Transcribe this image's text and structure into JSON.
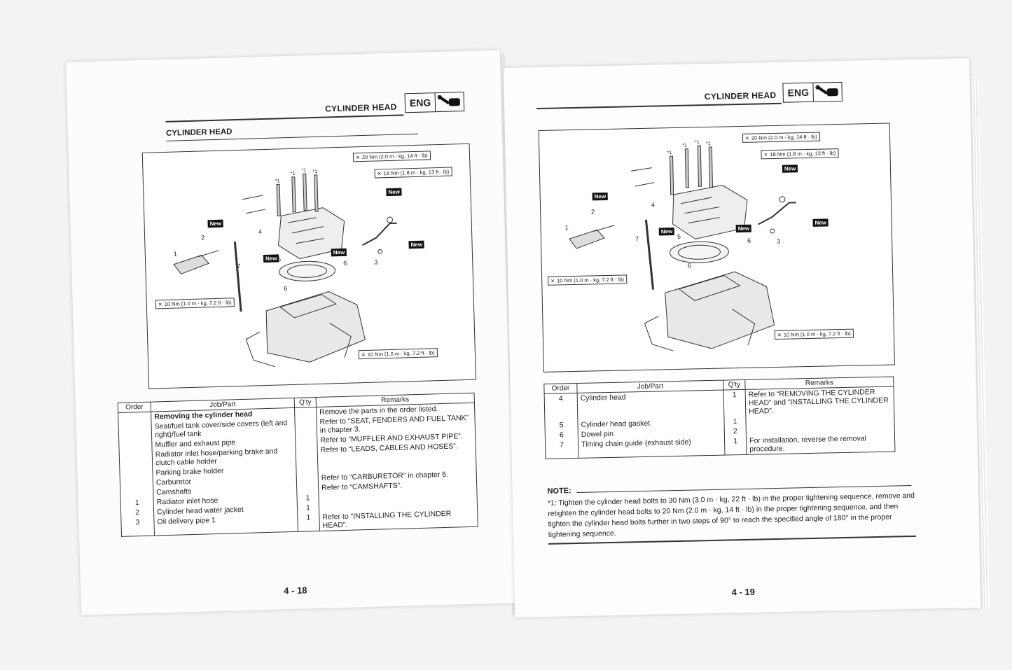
{
  "left_page": {
    "header_title": "CYLINDER HEAD",
    "section_badge": "ENG",
    "section_icon": "engine-wrench-icon",
    "section_title": "CYLINDER HEAD",
    "torque_labels": [
      "20 Nm (2.0 m · kg, 14 ft · lb)",
      "18 Nm (1.8 m · kg, 13 ft · lb)",
      "10 Nm (1.0 m · kg, 7.2 ft · lb)",
      "10 Nm (1.0 m · kg, 7.2 ft · lb)"
    ],
    "new_tag": "New",
    "callouts": [
      "*1",
      "*1",
      "*1",
      "*1",
      "1",
      "2",
      "3",
      "4",
      "5",
      "6",
      "6",
      "7"
    ],
    "table": {
      "headers": [
        "Order",
        "Job/Part",
        "Q'ty",
        "Remarks"
      ],
      "rows": [
        {
          "order": "",
          "job": "Removing the cylinder head",
          "qty": "",
          "remarks": "Remove the parts in the order listed."
        },
        {
          "order": "",
          "job": "Seat/fuel tank cover/side covers (left and right)/fuel tank",
          "qty": "",
          "remarks": "Refer to “SEAT, FENDERS AND FUEL TANK” in chapter 3."
        },
        {
          "order": "",
          "job": "Muffler and exhaust pipe",
          "qty": "",
          "remarks": "Refer to “MUFFLER AND EXHAUST PIPE”."
        },
        {
          "order": "",
          "job": "Radiator inlet hose/parking brake and clutch cable holder",
          "qty": "",
          "remarks": "Refer to “LEADS, CABLES AND HOSES”."
        },
        {
          "order": "",
          "job": "Parking brake holder",
          "qty": "",
          "remarks": ""
        },
        {
          "order": "",
          "job": "Carburetor",
          "qty": "",
          "remarks": "Refer to “CARBURETOR” in chapter 6."
        },
        {
          "order": "",
          "job": "Camshafts",
          "qty": "",
          "remarks": "Refer to “CAMSHAFTS”."
        },
        {
          "order": "1",
          "job": "Radiator inlet hose",
          "qty": "1",
          "remarks": ""
        },
        {
          "order": "2",
          "job": "Cylinder head water jacket",
          "qty": "1",
          "remarks": ""
        },
        {
          "order": "3",
          "job": "Oil delivery pipe 1",
          "qty": "1",
          "remarks": "Refer to “INSTALLING THE CYLINDER HEAD”."
        }
      ]
    },
    "page_number": "4 - 18"
  },
  "right_page": {
    "header_title": "CYLINDER HEAD",
    "section_badge": "ENG",
    "section_icon": "engine-wrench-icon",
    "torque_labels": [
      "20 Nm (2.0 m · kg, 14 ft · lb)",
      "18 Nm (1.8 m · kg, 13 ft · lb)",
      "10 Nm (1.0 m · kg, 7.2 ft · lb)",
      "10 Nm (1.0 m · kg, 7.2 ft · lb)"
    ],
    "new_tag": "New",
    "callouts": [
      "*1",
      "*1",
      "*1",
      "*1",
      "1",
      "2",
      "3",
      "4",
      "5",
      "6",
      "6",
      "7"
    ],
    "table": {
      "headers": [
        "Order",
        "Job/Part",
        "Q'ty",
        "Remarks"
      ],
      "rows": [
        {
          "order": "4",
          "job": "Cylinder head",
          "qty": "1",
          "remarks": "Refer to “REMOVING THE CYLINDER HEAD” and “INSTALLING THE CYLINDER HEAD”."
        },
        {
          "order": "5",
          "job": "Cylinder head gasket",
          "qty": "1",
          "remarks": ""
        },
        {
          "order": "6",
          "job": "Dowel pin",
          "qty": "2",
          "remarks": ""
        },
        {
          "order": "7",
          "job": "Timing chain guide (exhaust side)",
          "qty": "1",
          "remarks": "For installation, reverse the removal procedure."
        }
      ]
    },
    "note_title": "NOTE:",
    "note_text": "*1: Tighten the cylinder head bolts to 30 Nm (3.0 m · kg, 22 ft · lb) in the proper tightening sequence, remove and retighten the cylinder head bolts to 20 Nm (2.0 m · kg, 14 ft · lb) in the proper tightening sequence, and then tighten the cylinder head bolts further in two steps of 90° to reach the specified angle of 180° in the proper tightening sequence.",
    "page_number": "4 - 19"
  }
}
